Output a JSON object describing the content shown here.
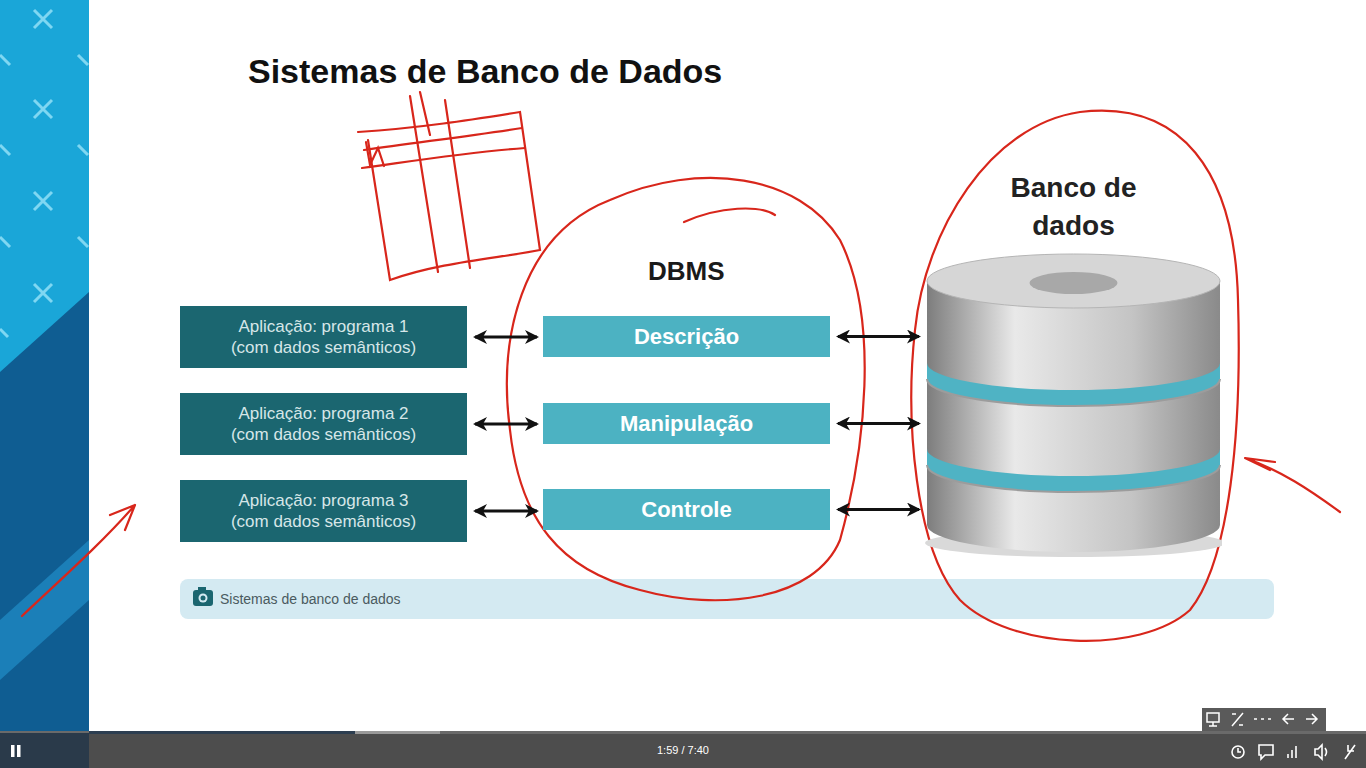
{
  "diagram": {
    "title": "Sistemas de Banco de Dados",
    "caption": "Sistemas de banco de dados",
    "nodes": [
      {
        "text": [
          "Aplicação: programa 1 (com dados semânticos)"
        ]
      },
      {
        "text": [
          "Aplicação: programa 2 (com dados semânticos)"
        ]
      },
      {
        "text": [
          "Aplicação: programa 3 (com dados semânticos)"
        ]
      },
      {
        "text": [
          "Descrição"
        ]
      },
      {
        "text": [
          "Manipulação"
        ]
      },
      {
        "text": [
          "Controle"
        ]
      },
      {
        "text": [
          "Banco de dados"
        ]
      }
    ],
    "edges": [
      {
        "from": 0,
        "to": 3,
        "arrow": "both"
      },
      {
        "from": 1,
        "to": 4,
        "arrow": "both"
      },
      {
        "from": 2,
        "to": 5,
        "arrow": "both"
      },
      {
        "from": 3,
        "to": 6,
        "arrow": "both"
      },
      {
        "from": 4,
        "to": 6,
        "arrow": "both"
      },
      {
        "from": 5,
        "to": 6,
        "arrow": "both"
      }
    ],
    "labels": [
      "DBMS",
      "1:59 / 7:40"
    ]
  }
}
